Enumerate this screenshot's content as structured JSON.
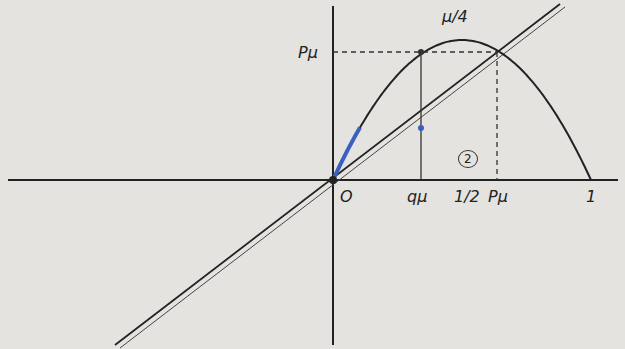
{
  "diagram": {
    "labels": [
      "μ/4",
      "Pμ",
      "O",
      "qμ",
      "1/2",
      "Pμ",
      "1",
      "2"
    ]
  }
}
